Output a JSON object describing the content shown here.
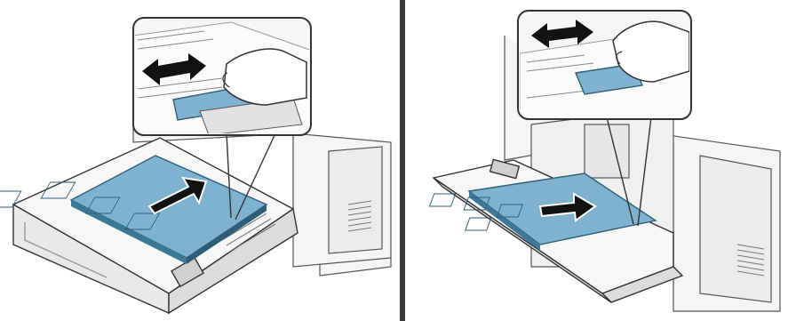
{
  "figure": {
    "left_panel": {
      "subject": "cassette-tray",
      "arrow_direction": "into-tray",
      "inset_action": "adjust-paper-length-guide"
    },
    "right_panel": {
      "subject": "manual-feeder",
      "arrow_direction": "into-printer",
      "inset_action": "adjust-paper-width-guides"
    },
    "colors": {
      "paper": "#7fb2cf",
      "paper_dark": "#3d7896",
      "arrow": "#111111",
      "line": "#333333",
      "body": "#f4f4f4"
    }
  }
}
